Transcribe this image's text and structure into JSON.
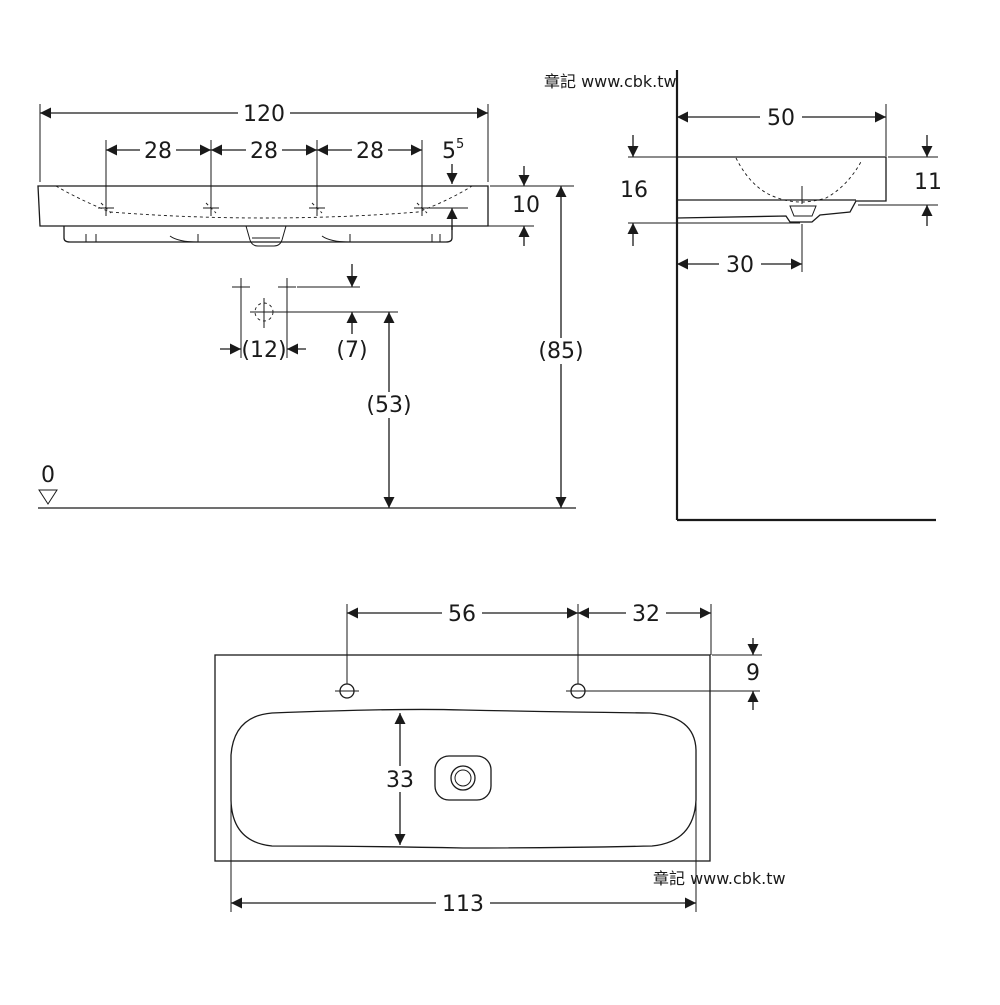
{
  "watermark": "章記 www.cbk.tw",
  "front_view": {
    "overall_width": "120",
    "hole_spacing": [
      "28",
      "28",
      "28"
    ],
    "edge_offset": "5",
    "edge_offset_sup": "5",
    "basin_height": "10",
    "tap_spacing": "(12)",
    "tap_offset": "(7)",
    "mount_height": "(53)",
    "total_height": "(85)",
    "floor_level": "0"
  },
  "side_view": {
    "depth": "50",
    "wall_depth": "16",
    "rim_height": "11",
    "drain_offset": "30"
  },
  "top_view": {
    "hole_spacing": "56",
    "hole_edge": "32",
    "hole_depth": "9",
    "bowl_depth": "33",
    "bowl_width": "113"
  }
}
